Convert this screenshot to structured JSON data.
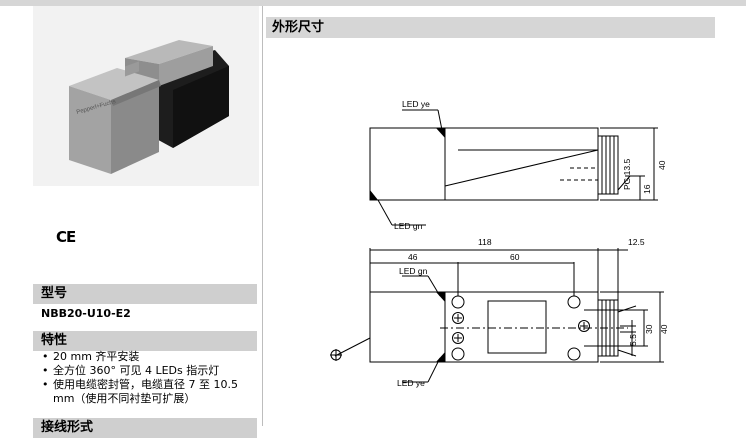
{
  "header": {
    "dimensions_title": "外形尺寸"
  },
  "product": {
    "marking": "Pepperl+Fuchs",
    "ce_mark": "CE"
  },
  "sections": {
    "model_title": "型号",
    "model_value": "NBB20-U10-E2",
    "features_title": "特性",
    "next_title": "接线形式"
  },
  "features": [
    "20 mm 齐平安装",
    "全方位 360° 可见 4 LEDs 指示灯",
    "使用电缆密封管，电缆直径 7 至 10.5 mm（使用不同衬垫可扩展）"
  ],
  "drawing": {
    "led_ye": "LED ye",
    "led_gn": "LED gn",
    "pg": "PG 13.5",
    "dim_16": "16",
    "dim_40": "40",
    "dim_118": "118",
    "dim_12_5": "12.5",
    "dim_46": "46",
    "dim_60": "60",
    "dim_30": "30",
    "dim_5_5": "5.5"
  }
}
